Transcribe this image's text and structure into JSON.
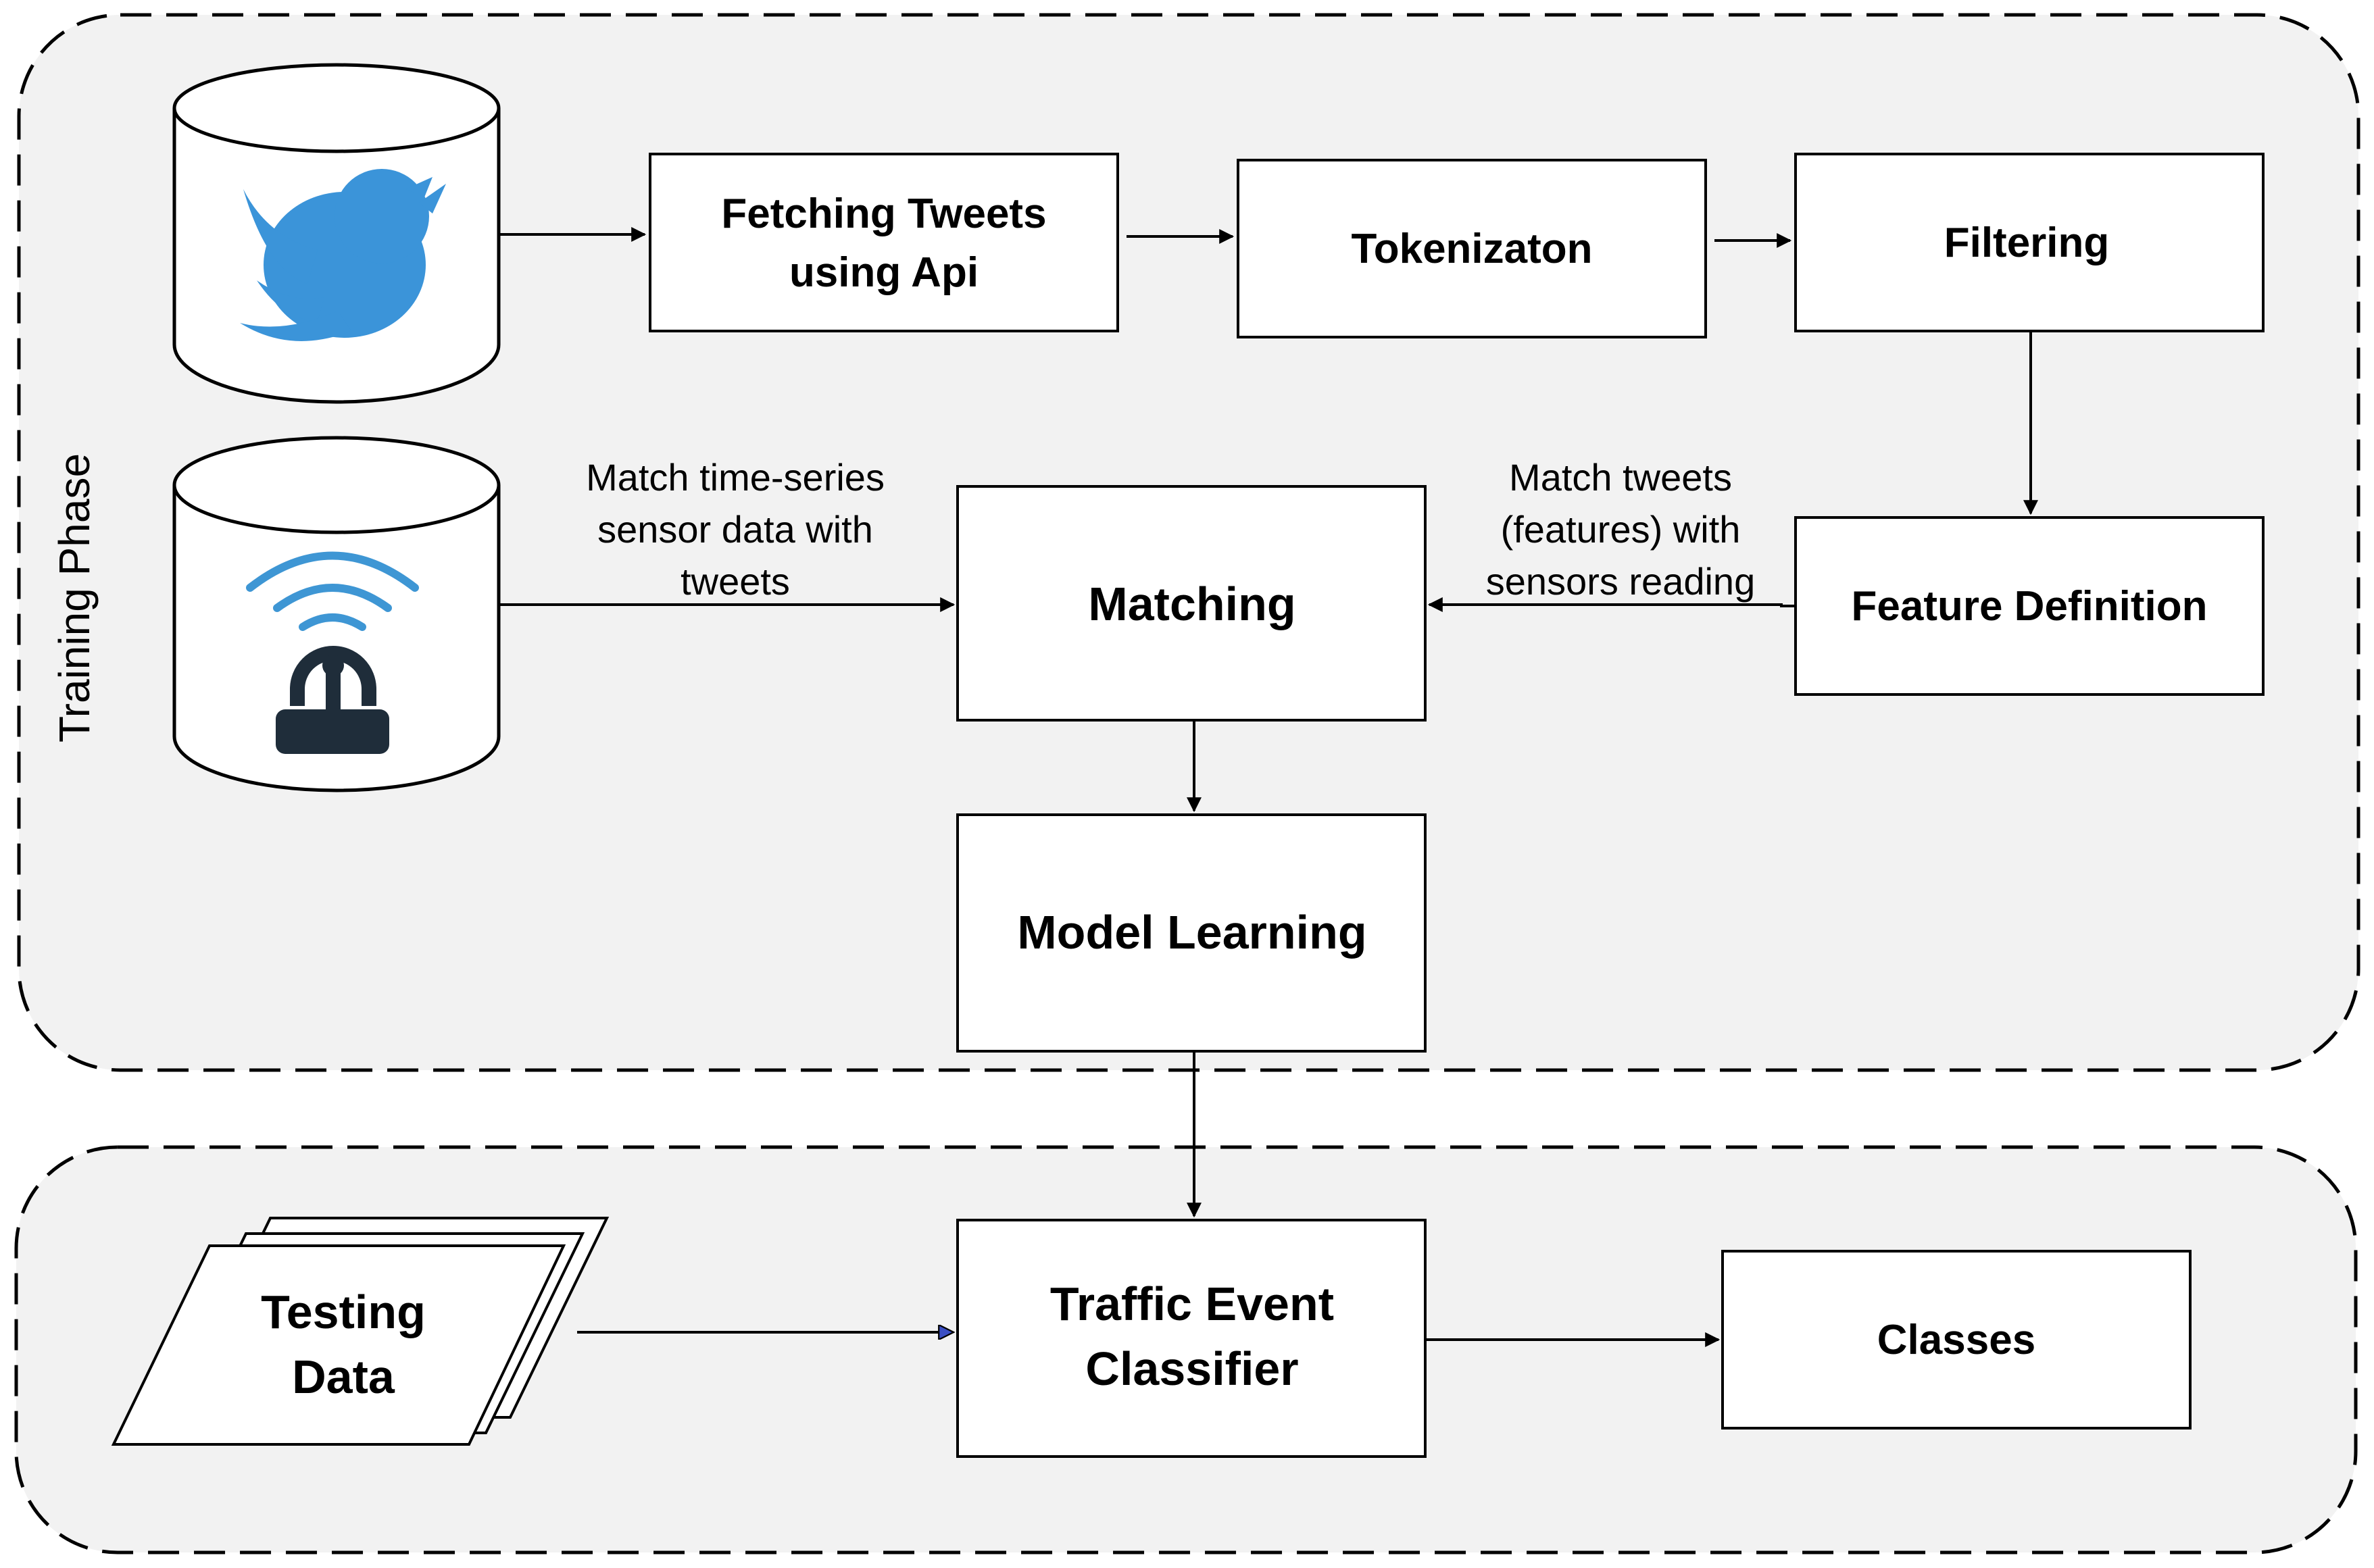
{
  "phases": {
    "training_label": "Training Phase"
  },
  "nodes": {
    "fetching": [
      "Fetching Tweets",
      "using Api"
    ],
    "tokenization": [
      "Tokenizaton"
    ],
    "filtering": [
      "Filtering"
    ],
    "feature_definition": [
      "Feature Definition"
    ],
    "matching": [
      "Matching"
    ],
    "model_learning": [
      "Model Learning"
    ],
    "testing_data": [
      "Testing",
      "Data"
    ],
    "classifier": [
      "Traffic Event",
      "Classifier"
    ],
    "classes": [
      "Classes"
    ]
  },
  "edges": {
    "sensor_to_matching": [
      "Match time-series",
      "sensor data with",
      "tweets"
    ],
    "feature_to_matching": [
      "Match tweets",
      "(features) with",
      "sensors reading"
    ]
  },
  "icons": {
    "tweets_source": "twitter-bird-icon",
    "sensor_source": "wireless-sensor-icon"
  },
  "colors": {
    "phase_fill": "#f2f2f2",
    "twitter_blue": "#3b94d9",
    "sensor_blue": "#3e96d4",
    "sensor_dark": "#1f2d3a"
  }
}
